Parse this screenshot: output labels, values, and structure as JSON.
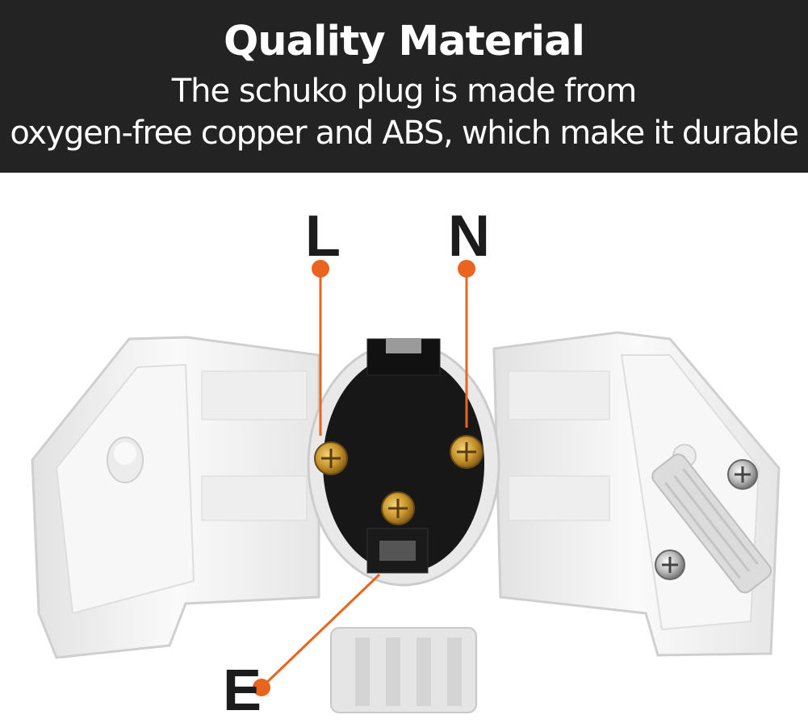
{
  "banner": {
    "title": "Quality Material",
    "line1": "The schuko plug is made from",
    "line2": "oxygen-free copper and ABS, which make it durable"
  },
  "terminals": {
    "live": "L",
    "neutral": "N",
    "earth": "E"
  },
  "colors": {
    "banner_bg": "#232323",
    "leader_line": "#e8641f",
    "plastic": "#f3f3f3",
    "insert": "#161616",
    "brass": "#d2a23a"
  }
}
